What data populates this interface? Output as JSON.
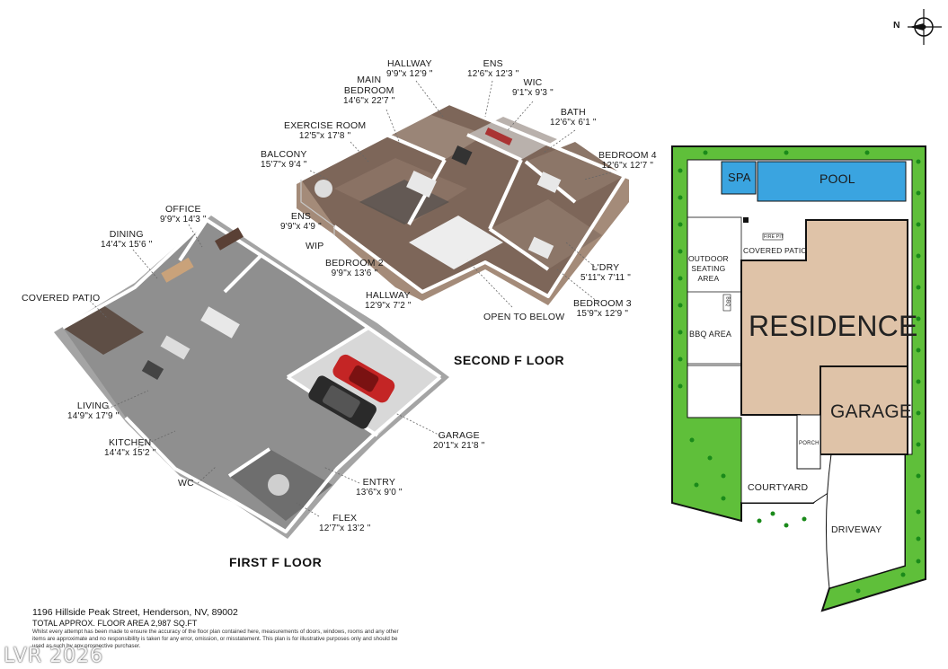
{
  "compass": {
    "north_label": "N"
  },
  "floors": {
    "second": "SECOND F LOOR",
    "first": "FIRST F LOOR"
  },
  "rooms_second": [
    {
      "id": "hallway2",
      "name": "HALLWAY",
      "dim": "9'9\"x 12'9 \""
    },
    {
      "id": "ens1",
      "name": "ENS",
      "dim": "12'6\"x 12'3 \""
    },
    {
      "id": "main",
      "name": "MAIN\nBEDROOM",
      "dim": "14'6\"x 22'7 \""
    },
    {
      "id": "wic",
      "name": "WIC",
      "dim": "9'1\"x 9'3 \""
    },
    {
      "id": "bath",
      "name": "BATH",
      "dim": "12'6\"x 6'1 \""
    },
    {
      "id": "exercise",
      "name": "EXERCISE ROOM",
      "dim": "12'5\"x 17'8 \""
    },
    {
      "id": "balcony",
      "name": "BALCONY",
      "dim": "15'7\"x 9'4 \""
    },
    {
      "id": "bed4",
      "name": "BEDROOM 4",
      "dim": "12'6\"x 12'7 \""
    },
    {
      "id": "ens2",
      "name": "ENS",
      "dim": "9'9\"x 4'9 \""
    },
    {
      "id": "wip",
      "name": "WIP",
      "dim": ""
    },
    {
      "id": "bed2",
      "name": "BEDROOM 2",
      "dim": "9'9\"x 13'6 \""
    },
    {
      "id": "hallway1",
      "name": "HALLWAY",
      "dim": "12'9\"x 7'2 \""
    },
    {
      "id": "ldry",
      "name": "L'DRY",
      "dim": "5'11\"x 7'11 \""
    },
    {
      "id": "bed3",
      "name": "BEDROOM 3",
      "dim": "15'9\"x 12'9 \""
    },
    {
      "id": "otb",
      "name": "OPEN TO BELOW",
      "dim": ""
    }
  ],
  "rooms_first": [
    {
      "id": "office",
      "name": "OFFICE",
      "dim": "9'9\"x 14'3 \""
    },
    {
      "id": "dining",
      "name": "DINING",
      "dim": "14'4\"x 15'6 \""
    },
    {
      "id": "cpatio",
      "name": "COVERED PATIO",
      "dim": ""
    },
    {
      "id": "living",
      "name": "LIVING",
      "dim": "14'9\"x 17'9 \""
    },
    {
      "id": "kitchen",
      "name": "KITCHEN",
      "dim": "14'4\"x 15'2 \""
    },
    {
      "id": "wc",
      "name": "WC",
      "dim": ""
    },
    {
      "id": "garage",
      "name": "GARAGE",
      "dim": "20'1\"x 21'8 \""
    },
    {
      "id": "entry",
      "name": "ENTRY",
      "dim": "13'6\"x 9'0 \""
    },
    {
      "id": "flex",
      "name": "FLEX",
      "dim": "12'7\"x 13'2 \""
    }
  ],
  "site": {
    "spa": "SPA",
    "pool": "POOL",
    "fire_pit": "FIRE PIT",
    "covered_patio": "COVERED PATIO",
    "outdoor_seating": "OUTDOOR\nSEATING\nAREA",
    "bbq_tag": "BBQ",
    "bbq_area": "BBQ AREA",
    "residence": "RESIDENCE",
    "garage": "GARAGE",
    "porch": "PORCH",
    "courtyard": "COURTYARD",
    "driveway": "DRIVEWAY",
    "colors": {
      "lawn": "#5fbf3a",
      "residence": "#dfc3a8",
      "pool": "#3aa4e0",
      "outline": "#111111"
    }
  },
  "footer": {
    "address": "1196 Hillside Peak Street, Henderson, NV, 89002",
    "area": "TOTAL APPROX. FLOOR AREA 2,987 SQ.FT",
    "disclaimer": "Whilst every attempt has been made to ensure the accuracy of the floor plan contained here, measurements of doors, windows, rooms and any other items are approximate and no responsibility is taken for any error, omission, or misstatement. This plan is for illustrative purposes only and should be used as such by any prospective purchaser."
  },
  "watermark": "LVR 2026"
}
